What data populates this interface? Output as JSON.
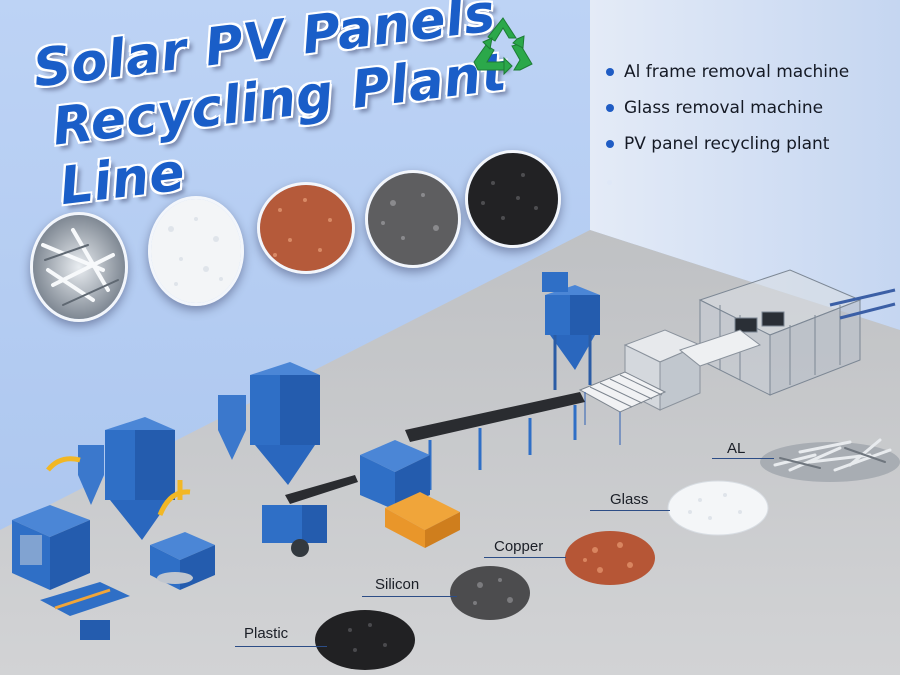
{
  "title": {
    "line1": "Solar PV Panels",
    "line2": "Recycling Plant Line"
  },
  "features": [
    {
      "label": "Al frame removal machine"
    },
    {
      "label": "Glass removal machine"
    },
    {
      "label": "PV panel recycling plant"
    },
    {
      "label": ""
    }
  ],
  "materials": [
    {
      "label": "AL"
    },
    {
      "label": "Glass"
    },
    {
      "label": "Copper"
    },
    {
      "label": "Silicon"
    },
    {
      "label": "Plastic"
    }
  ],
  "colors": {
    "title_blue": "#1a5ec8",
    "recycle_green": "#2ba84a",
    "machine_blue": "#2f6fc6",
    "machine_orange": "#e9962a",
    "floor_gray": "#c7c9cc"
  },
  "icons": [
    "recycle-icon"
  ]
}
